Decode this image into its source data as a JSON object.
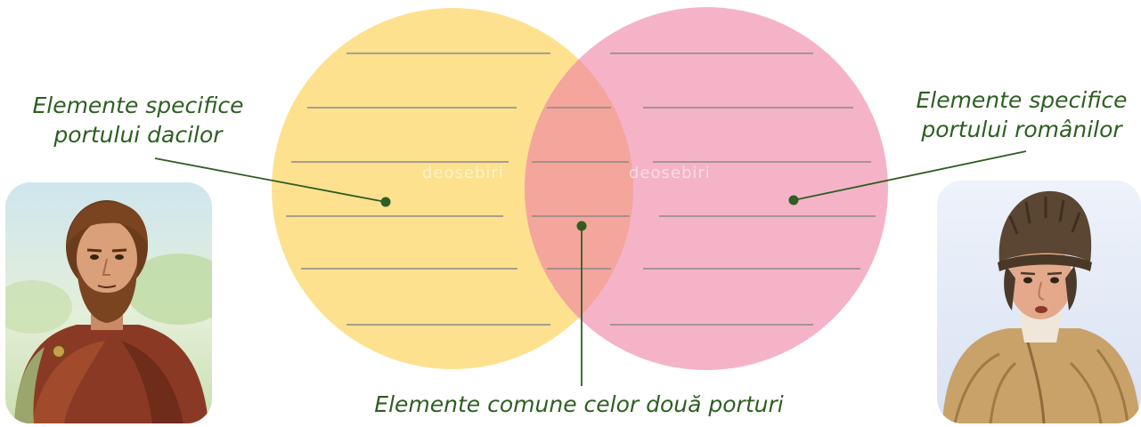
{
  "labels": {
    "left": [
      "Elemente specifice",
      "portului dacilor"
    ],
    "right": [
      "Elemente specifice",
      "portului românilor"
    ],
    "bottom": "Elemente comune celor două porturi"
  },
  "watermark": [
    "deosebiri",
    "deosebiri"
  ],
  "colors": {
    "circle_left": "#fde18f",
    "circle_right": "#f5b3c8",
    "overlap": "#f4a59c",
    "lines": "#8a8a8a",
    "pointer": "#2e5e22",
    "label_text": "#2e5e22"
  },
  "portraits": [
    "dacian-man",
    "romanian-peasant"
  ]
}
